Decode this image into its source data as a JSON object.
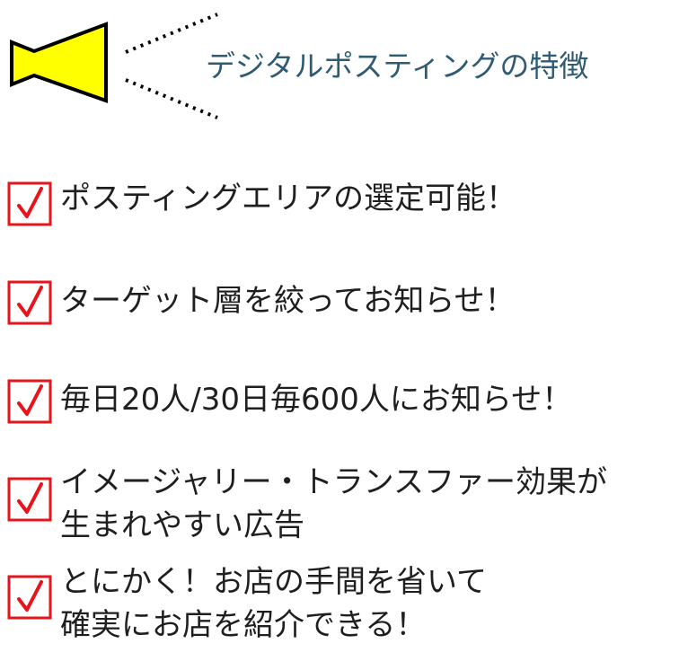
{
  "header": {
    "icon": "megaphone-icon",
    "title": "デジタルポスティングの特徴",
    "colors": {
      "megaphone_fill": "#ffff00",
      "megaphone_stroke": "#000000",
      "title": "#2f5b73",
      "check": "#e8141c"
    }
  },
  "features": [
    {
      "lines": [
        "ポスティングエリアの選定可能！"
      ],
      "icon": "checkbox-icon"
    },
    {
      "lines": [
        "ターゲット層を絞ってお知らせ！"
      ],
      "icon": "checkbox-icon"
    },
    {
      "lines": [
        "毎日20人/30日毎600人にお知らせ！"
      ],
      "icon": "checkbox-icon"
    },
    {
      "lines": [
        "イメージャリー・トランスファー効果が",
        "生まれやすい広告"
      ],
      "icon": "checkbox-icon"
    },
    {
      "lines": [
        "とにかく！お店の手間を省いて",
        "確実にお店を紹介できる！"
      ],
      "icon": "checkbox-icon"
    }
  ]
}
